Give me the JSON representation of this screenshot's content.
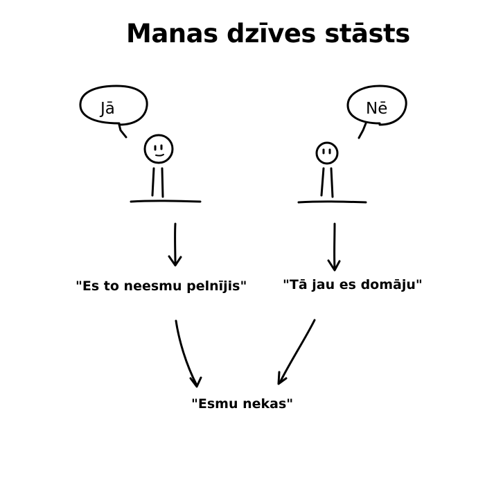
{
  "title": "Manas dzīves stāsts",
  "left": {
    "bubble": "Jā",
    "quote": "\"Es to neesmu pelnījis\""
  },
  "right": {
    "bubble": "Nē",
    "quote": "\"Tā jau es domāju\""
  },
  "result": "\"Esmu nekas\""
}
